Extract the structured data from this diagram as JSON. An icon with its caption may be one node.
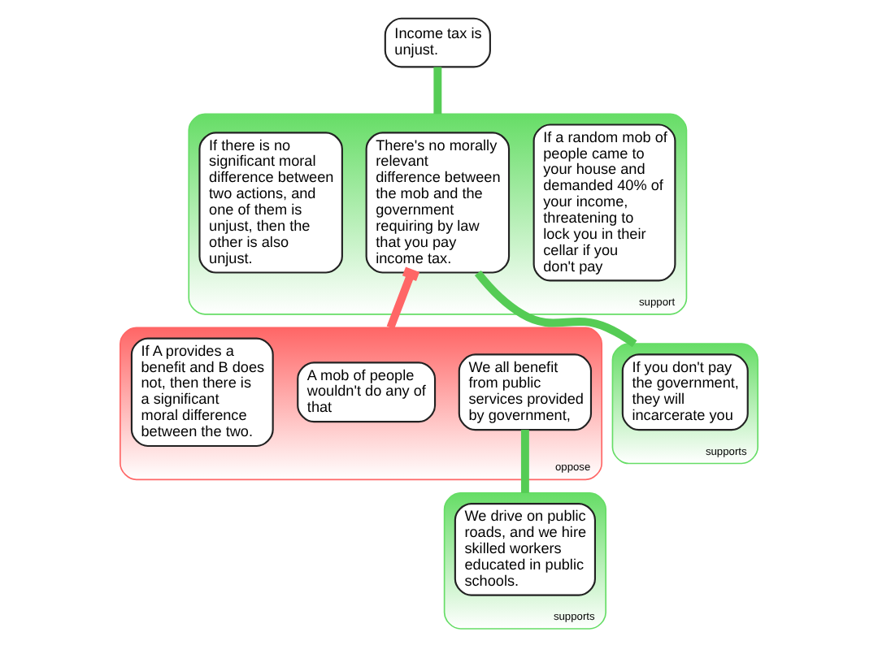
{
  "diagram": {
    "nodes": [
      {
        "text": [
          "Income tax is unjust."
        ]
      },
      {
        "text": [
          "support"
        ]
      },
      {
        "text": [
          "If a random mob of people came to your house and demanded 40% of your income, threatening to lock you in their cellar if you don't pay"
        ],
        "in": 1
      },
      {
        "text": [
          "There's no morally relevant difference between the mob and the government requiring by law that you pay income tax."
        ],
        "in": 1
      },
      {
        "text": [
          "If there is no significant moral difference between two actions, and one of them is unjust, then the other is also unjust."
        ],
        "in": 1
      },
      {
        "text": [
          "oppose"
        ]
      },
      {
        "text": [
          "We all benefit from public services provided by government,"
        ],
        "in": 5
      },
      {
        "text": [
          "A mob of people wouldn't do any of that"
        ],
        "in": 5
      },
      {
        "text": [
          "If A provides a benefit and B does not, then there is a significant moral difference between the two."
        ],
        "in": 5
      },
      {
        "text": [
          "supports"
        ]
      },
      {
        "text": [
          "If you don't pay the government, they will incarcerate you"
        ],
        "in": 9
      },
      {
        "text": [
          "supports"
        ]
      },
      {
        "text": [
          "We drive on public roads, and we hire skilled workers educated in public schools."
        ],
        "in": 11
      }
    ],
    "edges": [
      {
        "from": 1,
        "to": 0,
        "arrow": "none"
      },
      {
        "from": 5,
        "to": 3,
        "arrow": "other",
        "color": "#ff6666"
      },
      {
        "from": 9,
        "to": 3,
        "arrow": "none"
      },
      {
        "from": 11,
        "to": 6,
        "arrow": "none"
      }
    ]
  }
}
